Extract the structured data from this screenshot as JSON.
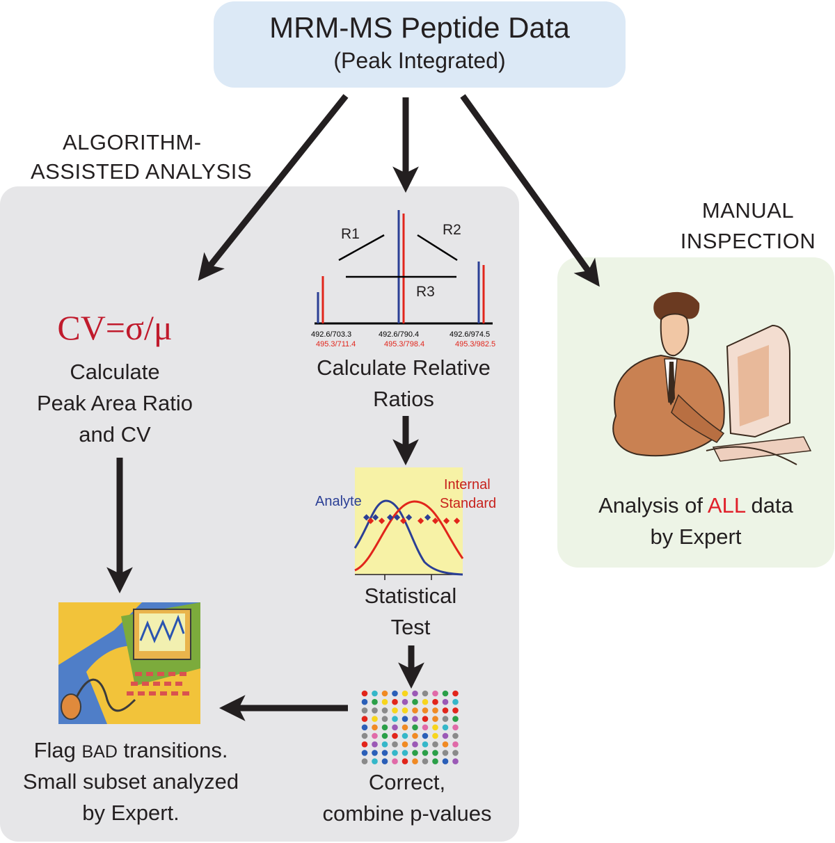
{
  "header": {
    "title": "MRM-MS Peptide Data",
    "subtitle": "(Peak Integrated)"
  },
  "labels": {
    "algorithm_line1": "ALGORITHM-",
    "algorithm_line2": "ASSISTED ANALYSIS",
    "manual_line1": "MANUAL",
    "manual_line2": "INSPECTION"
  },
  "cv_branch": {
    "formula": "CV=σ/μ",
    "text_line1": "Calculate",
    "text_line2": "Peak Area Ratio",
    "text_line3": "and CV"
  },
  "ratio_branch": {
    "ratio_labels": [
      "R1",
      "R2",
      "R3"
    ],
    "transitions_black": [
      "492.6/703.3",
      "492.6/790.4",
      "492.6/974.5"
    ],
    "transitions_red": [
      "495.3/711.4",
      "495.3/798.4",
      "495.3/982.5"
    ],
    "text_line1": "Calculate Relative",
    "text_line2": "Ratios"
  },
  "stat_branch": {
    "analyte_label": "Analyte",
    "internal_line1": "Internal",
    "internal_line2": "Standard",
    "text_line1": "Statistical",
    "text_line2": "Test"
  },
  "correct_branch": {
    "text_line1": "Correct,",
    "text_line2": "combine p-values"
  },
  "flag_branch": {
    "line1_pre": "Flag",
    "line1_caps": "BAD",
    "line1_post": "transitions.",
    "line2": "Small subset analyzed",
    "line3": "by Expert."
  },
  "manual_branch": {
    "line1_pre": "Analysis of",
    "line1_highlight": "ALL",
    "line1_post": "data",
    "line2": "by Expert"
  },
  "colors": {
    "analyte_blue": "#2b3f95",
    "internal_red": "#e1251b",
    "formula_red": "#c01a2c",
    "panel_gray": "#e6e6e8",
    "panel_green": "#edf4e6",
    "header_blue": "#dce9f6"
  }
}
